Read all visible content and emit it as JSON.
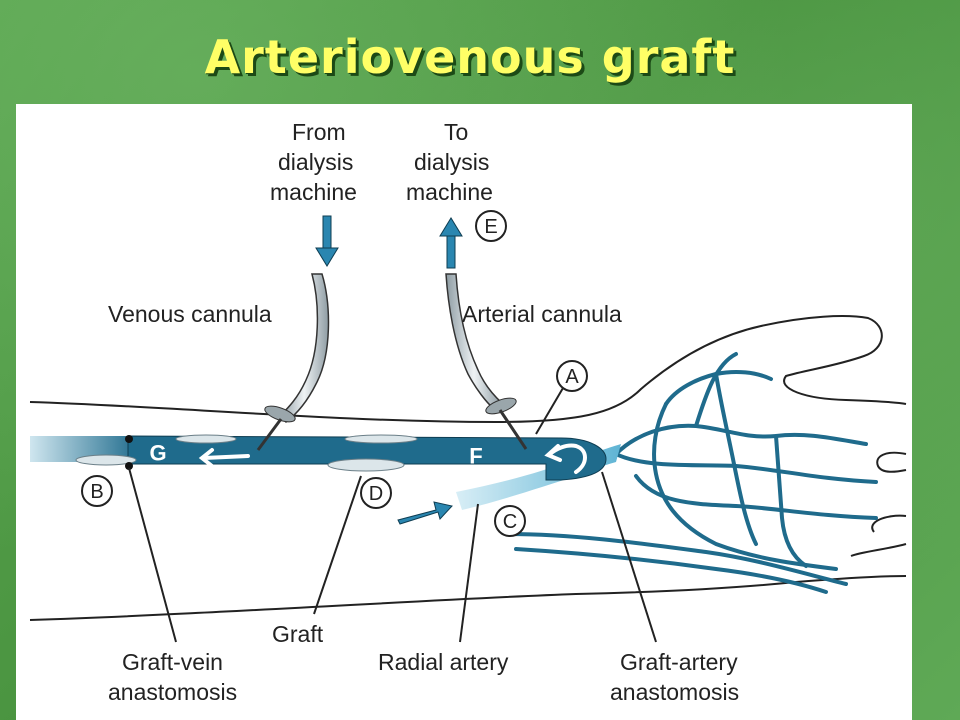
{
  "slide": {
    "title": "Arteriovenous graft"
  },
  "labels": {
    "from_machine": [
      "From",
      "dialysis",
      "machine"
    ],
    "to_machine": [
      "To",
      "dialysis",
      "machine"
    ],
    "venous_cannula": "Venous cannula",
    "arterial_cannula": "Arterial cannula",
    "graft": "Graft",
    "graft_vein": [
      "Graft-vein",
      "anastomosis"
    ],
    "radial_artery": "Radial artery",
    "graft_artery": [
      "Graft-artery",
      "anastomosis"
    ]
  },
  "markers": {
    "A": "A",
    "B": "B",
    "C": "C",
    "D": "D",
    "E": "E",
    "F": "F",
    "G": "G"
  },
  "colors": {
    "vessel": "#1f6b8c",
    "artery_light": "#7cc5de",
    "arrow": "#2a86b0",
    "cannula": "#c9d3d8",
    "outline": "#222222",
    "title": "#ffff66"
  }
}
